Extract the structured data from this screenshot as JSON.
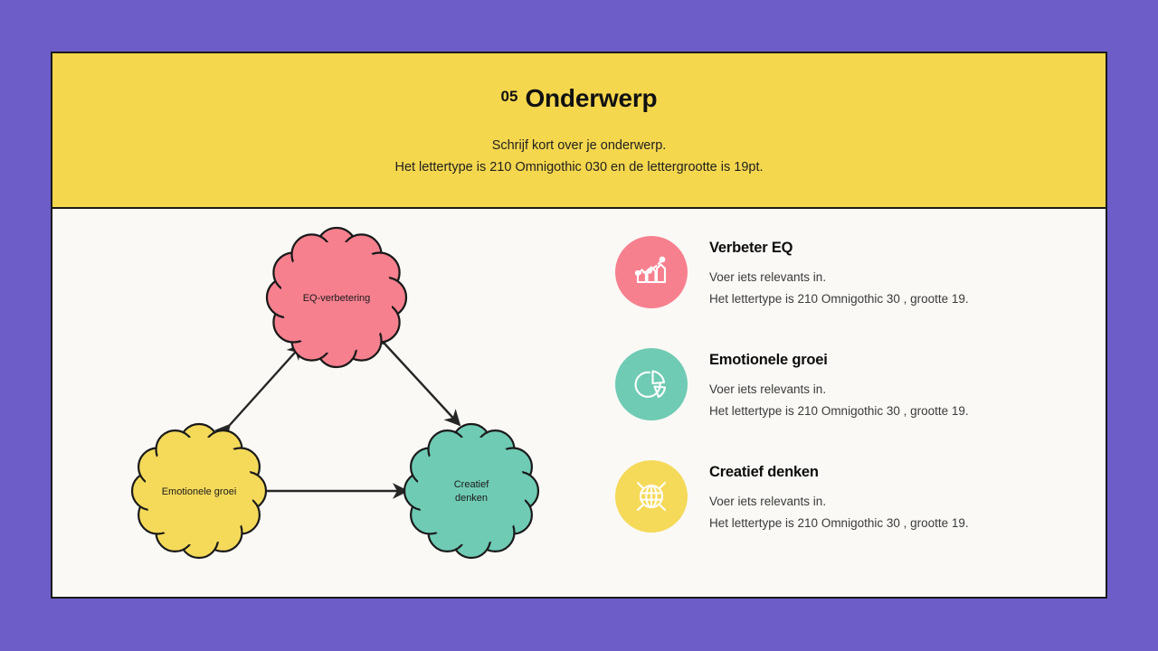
{
  "theme": {
    "background": "#6C5DC8",
    "card_background": "#FAF9F6",
    "header_background": "#F5D74E",
    "border": "#1a1a1a",
    "pink": "#F7808F",
    "teal": "#6FCBB4",
    "yellow": "#F5DA5A"
  },
  "header": {
    "number": "05",
    "title": "Onderwerp",
    "subtitle_line1": "Schrijf kort over je onderwerp.",
    "subtitle_line2": "Het lettertype is 210 Omnigothic 030 en de lettergrootte is 19pt."
  },
  "diagram": {
    "nodes": [
      {
        "id": "top",
        "label": "EQ-verbetering",
        "color": "#F7808F",
        "position": "top-center"
      },
      {
        "id": "bottom-left",
        "label": "Emotionele groei",
        "color": "#F5DA5A",
        "position": "bottom-left"
      },
      {
        "id": "bottom-right",
        "label": "Creatief\ndenken",
        "label_line1": "Creatief",
        "label_line2": "denken",
        "color": "#6FCBB4",
        "position": "bottom-right"
      }
    ],
    "connections": [
      {
        "from": "bottom-left",
        "to": "top",
        "style": "double-arrow"
      },
      {
        "from": "top",
        "to": "bottom-right",
        "style": "double-arrow"
      },
      {
        "from": "bottom-left",
        "to": "bottom-right",
        "style": "double-arrow"
      }
    ]
  },
  "list": {
    "items": [
      {
        "title": "Verbeter EQ",
        "desc_line1": "Voer iets relevants in.",
        "desc_line2": "Het lettertype is 210 Omnigothic 30 , grootte 19.",
        "color": "#F7808F",
        "icon": "growth-bars-icon"
      },
      {
        "title": "Emotionele groei",
        "desc_line1": "Voer iets relevants in.",
        "desc_line2": "Het lettertype is 210 Omnigothic 30 , grootte 19.",
        "color": "#6FCBB4",
        "icon": "pie-chart-icon"
      },
      {
        "title": "Creatief denken",
        "desc_line1": "Voer iets relevants in.",
        "desc_line2": "Het lettertype is 210 Omnigothic 30 , grootte 19.",
        "color": "#F5DA5A",
        "icon": "globe-rays-icon"
      }
    ]
  }
}
